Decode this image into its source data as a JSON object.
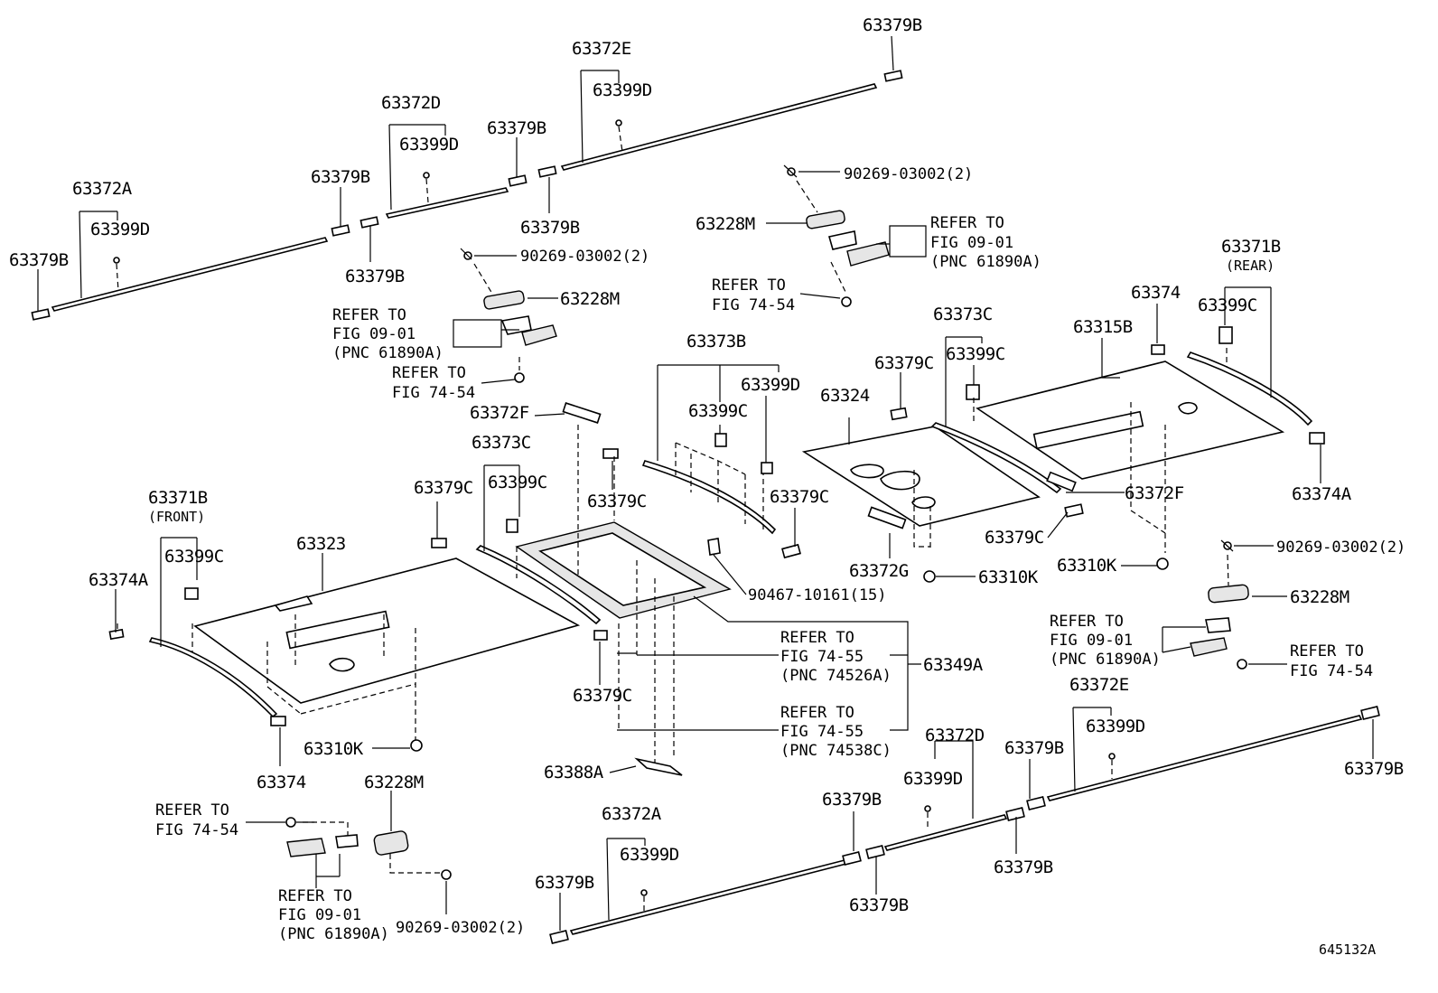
{
  "labels": {
    "l63379B_top": "63379B",
    "l63372E_top": "63372E",
    "l63399D_top": "63399D",
    "l63372D_top": "63372D",
    "l63399D_top2": "63399D",
    "l63379B_a": "63379B",
    "l63379B_b": "63379B",
    "l63379B_c": "63379B",
    "l63372A_top": "63372A",
    "l63399D_top3": "63399D",
    "l63379B_d": "63379B",
    "l63379B_e": "63379B",
    "l90269_a": "90269-03002(2)",
    "l63228M_a": "63228M",
    "l63228M_b": "63228M",
    "l90269_b": "90269-03002(2)",
    "l63371B_rear": "63371B",
    "rear_tag": "(REAR)",
    "l63374_a": "63374",
    "l63399C_a": "63399C",
    "l63315B": "63315B",
    "l63373C_a": "63373C",
    "l63399C_b": "63399C",
    "l63379C_a": "63379C",
    "l63324": "63324",
    "l63373B": "63373B",
    "l63399D_m": "63399D",
    "l63399C_c": "63399C",
    "l63372F_a": "63372F",
    "l63373C_b": "63373C",
    "l63379C_b": "63379C",
    "l63399C_d": "63399C",
    "l63379C_c": "63379C",
    "l63379C_d": "63379C",
    "l63371B_front": "63371B",
    "front_tag": "(FRONT)",
    "l63399C_e": "63399C",
    "l63374A_a": "63374A",
    "l63323": "63323",
    "l63372F_b": "63372F",
    "l63374A_b": "63374A",
    "l63379C_e": "63379C",
    "l63372G": "63372G",
    "l63310K_a": "63310K",
    "l63310K_b": "63310K",
    "l90467": "90467-10161(15)",
    "l90269_c": "90269-03002(2)",
    "l63228M_c": "63228M",
    "l63349A": "63349A",
    "l63379C_f": "63379C",
    "l63310K_c": "63310K",
    "l63374_b": "63374",
    "l63228M_d": "63228M",
    "l63388A": "63388A",
    "l63372E_bot": "63372E",
    "l63399D_bot": "63399D",
    "l63372D_bot": "63372D",
    "l63379B_f": "63379B",
    "l63399D_bot2": "63399D",
    "l63379B_g": "63379B",
    "l63379B_h": "63379B",
    "l63372A_bot": "63372A",
    "l63399D_bot3": "63399D",
    "l63379B_i": "63379B",
    "l63379B_j": "63379B",
    "l63379B_k": "63379B",
    "l90269_d": "90269-03002(2)",
    "figure_id": "645132A"
  },
  "refs": {
    "r1": [
      "REFER TO",
      "FIG 09-01",
      "(PNC 61890A)"
    ],
    "r2": [
      "REFER TO",
      "FIG 74-54"
    ],
    "r3": [
      "REFER TO",
      "FIG 09-01",
      "(PNC 61890A)"
    ],
    "r4": [
      "REFER TO",
      "FIG 74-54"
    ],
    "r5": [
      "REFER TO",
      "FIG 74-55",
      "(PNC 74526A)"
    ],
    "r6": [
      "REFER TO",
      "FIG 74-55",
      "(PNC 74538C)"
    ],
    "r7": [
      "REFER TO",
      "FIG 09-01",
      "(PNC 61890A)"
    ],
    "r8": [
      "REFER TO",
      "FIG 74-54"
    ],
    "r9": [
      "REFER TO",
      "FIG 74-54"
    ],
    "r10": [
      "REFER TO",
      "FIG 09-01",
      "(PNC 61890A)"
    ]
  }
}
